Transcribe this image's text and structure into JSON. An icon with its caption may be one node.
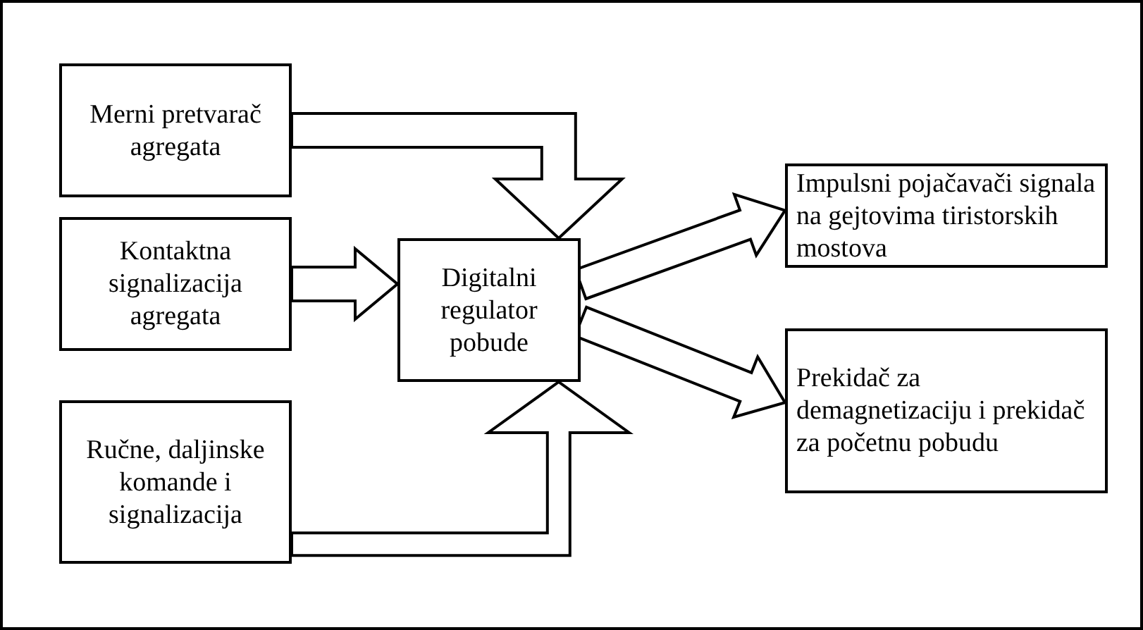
{
  "diagram": {
    "nodes": [
      {
        "text": [
          "Merni pretvarač agregata"
        ]
      },
      {
        "text": [
          "Kontaktna signalizacija agregata"
        ]
      },
      {
        "text": [
          "Ručne, daljinske komande i signalizacija"
        ]
      },
      {
        "text": [
          "Digitalni regulator pobude"
        ]
      },
      {
        "text": [
          "Impulsni pojačavači signala na gejtovima tiristorskih mostova"
        ]
      },
      {
        "text": [
          "Prekidač za demagnetizaciju i prekidač za početnu pobudu"
        ]
      }
    ],
    "edges": [
      {
        "from": 0,
        "to": 3,
        "arrow": "to"
      },
      {
        "from": 1,
        "to": 3,
        "arrow": "to"
      },
      {
        "from": 2,
        "to": 3,
        "arrow": "to"
      },
      {
        "from": 3,
        "to": 4,
        "arrow": "to"
      },
      {
        "from": 3,
        "to": 5,
        "arrow": "to"
      }
    ]
  }
}
